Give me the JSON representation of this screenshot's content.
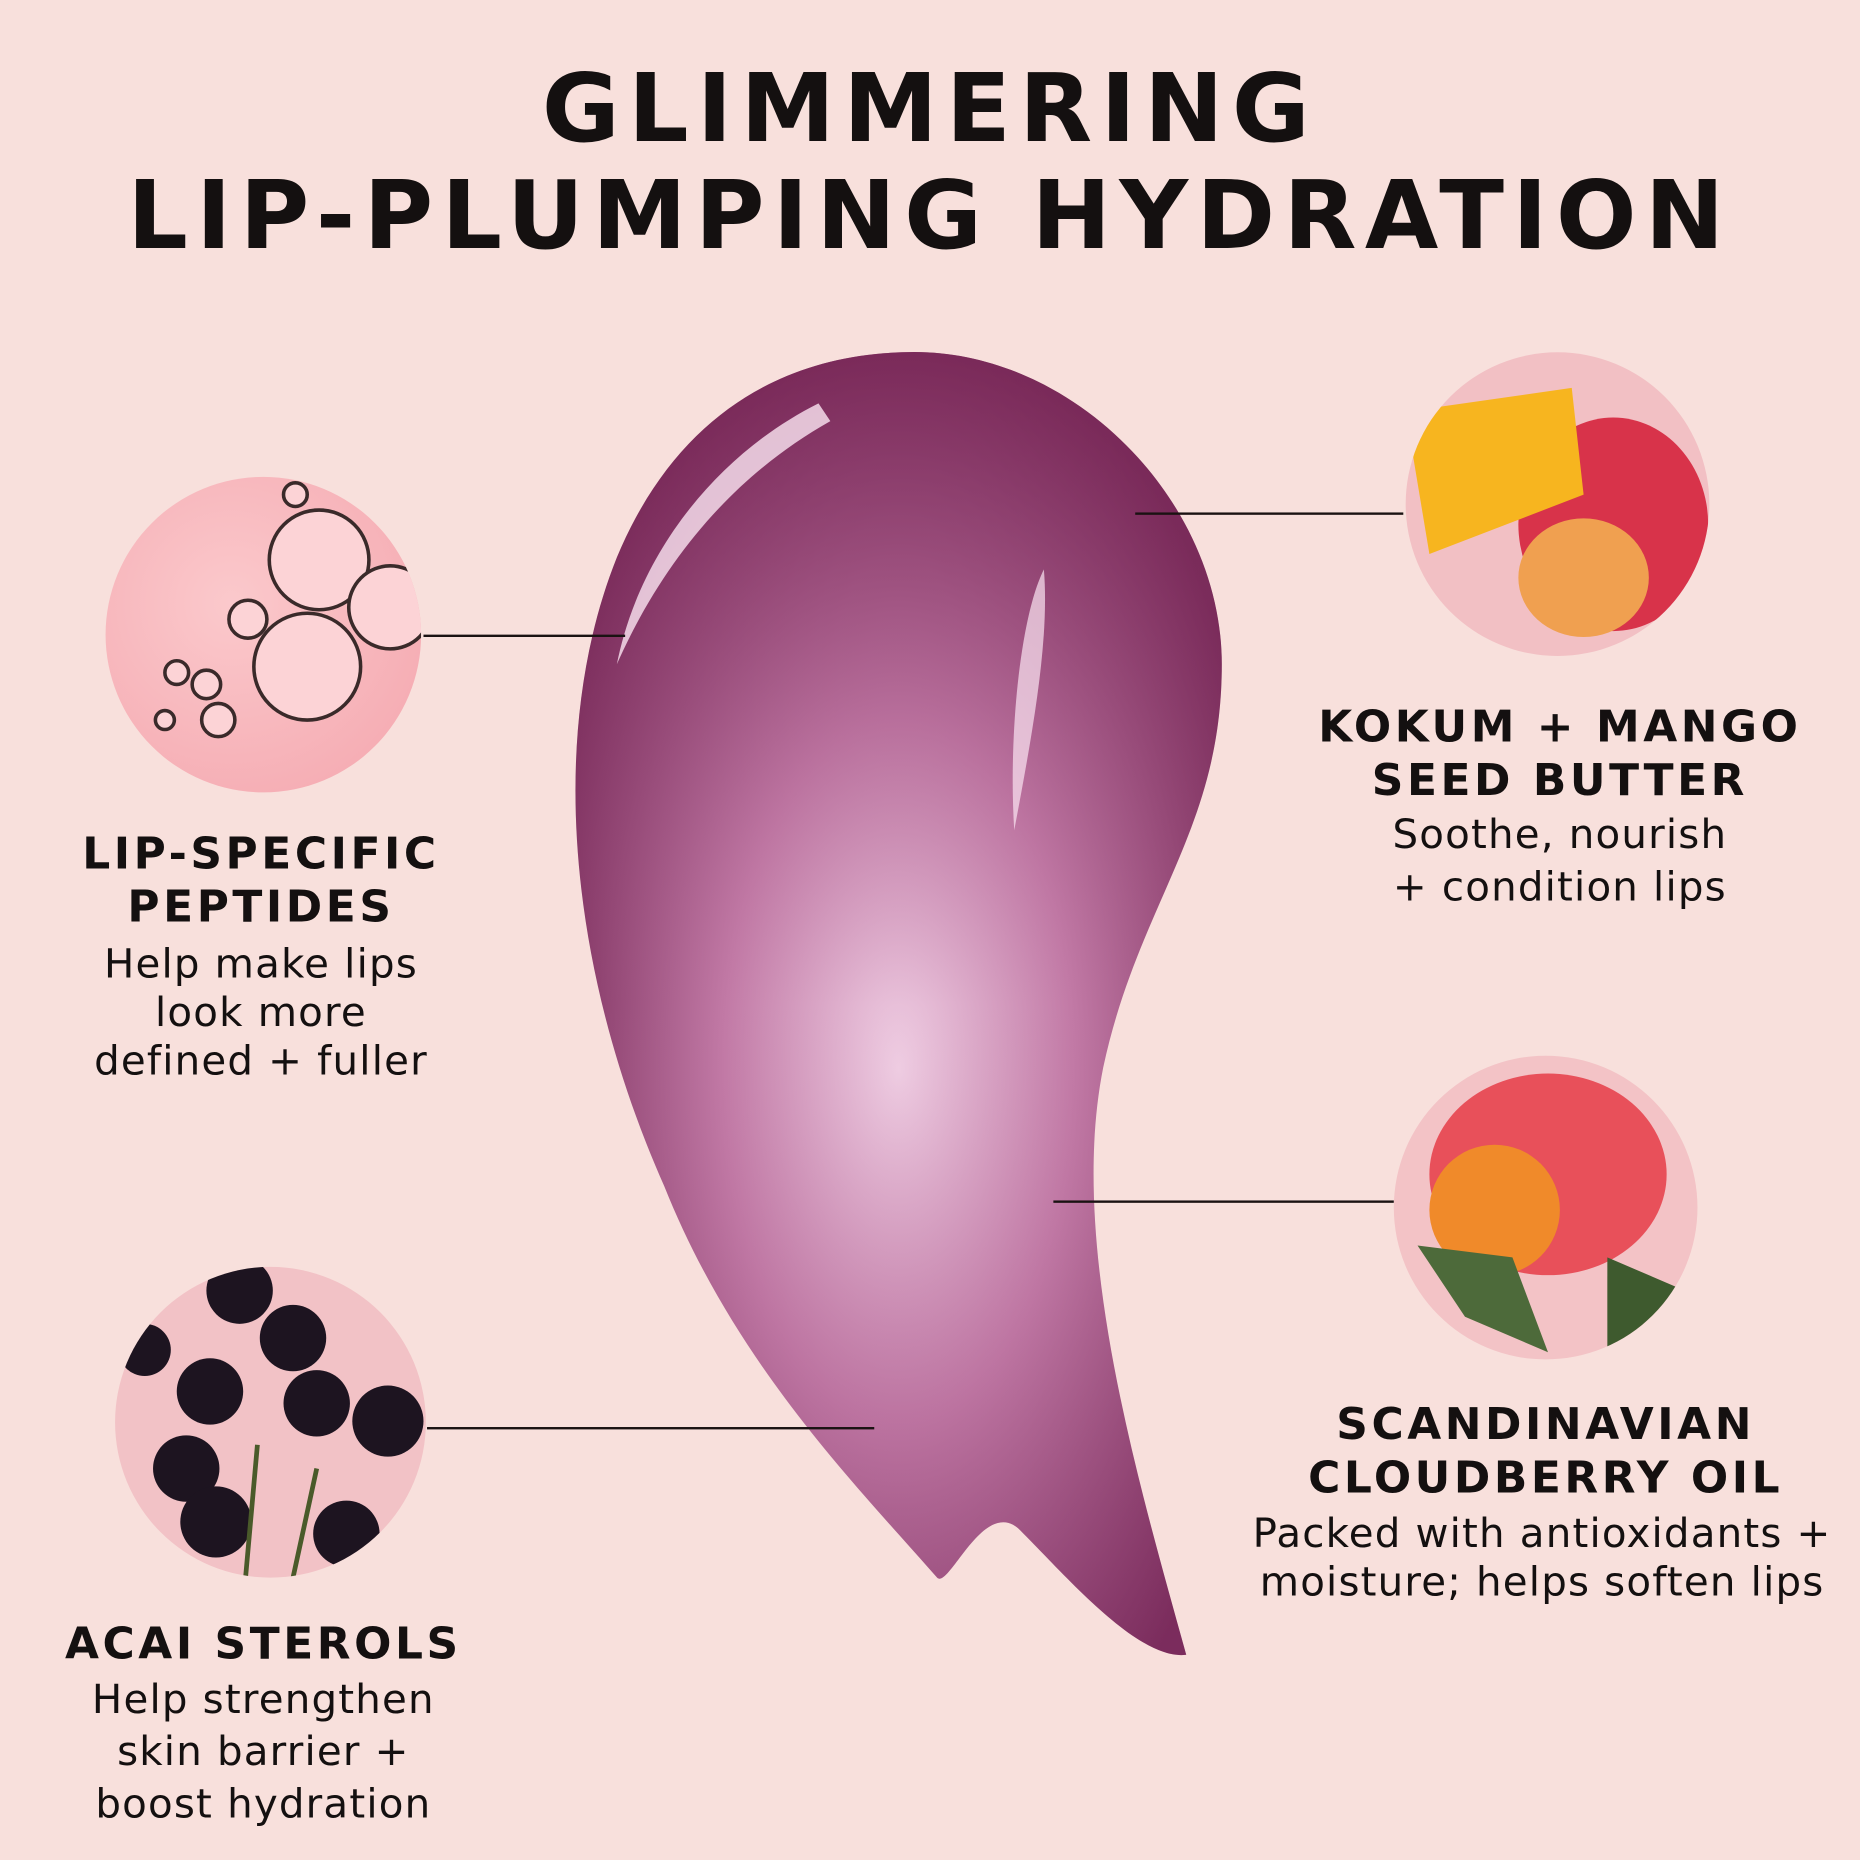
{
  "title": {
    "line1": "GLIMMERING",
    "line2": "LIP-PLUMPING HYDRATION"
  },
  "ingredients": [
    {
      "name_line1": "LIP-SPECIFIC",
      "name_line2": "PEPTIDES",
      "desc": [
        "Help make lips",
        "look more",
        "defined + fuller"
      ],
      "image": "bubbles-icon"
    },
    {
      "name_line1": "KOKUM + MANGO",
      "name_line2": "SEED BUTTER",
      "desc": [
        "Soothe, nourish",
        "+ condition lips"
      ],
      "image": "mango-icon"
    },
    {
      "name_line1": "SCANDINAVIAN",
      "name_line2": "CLOUDBERRY OIL",
      "desc": [
        "Packed with  antioxidants +",
        "moisture; helps soften lips"
      ],
      "image": "cloudberry-icon"
    },
    {
      "name_line1": "ACAI STEROLS",
      "desc": [
        "Help strengthen",
        "skin barrier +",
        "boost hydration"
      ],
      "image": "acai-berries-icon"
    }
  ],
  "colors": {
    "background": "#f8e0dc",
    "swatch": "#7a2858",
    "text": "#141010"
  }
}
